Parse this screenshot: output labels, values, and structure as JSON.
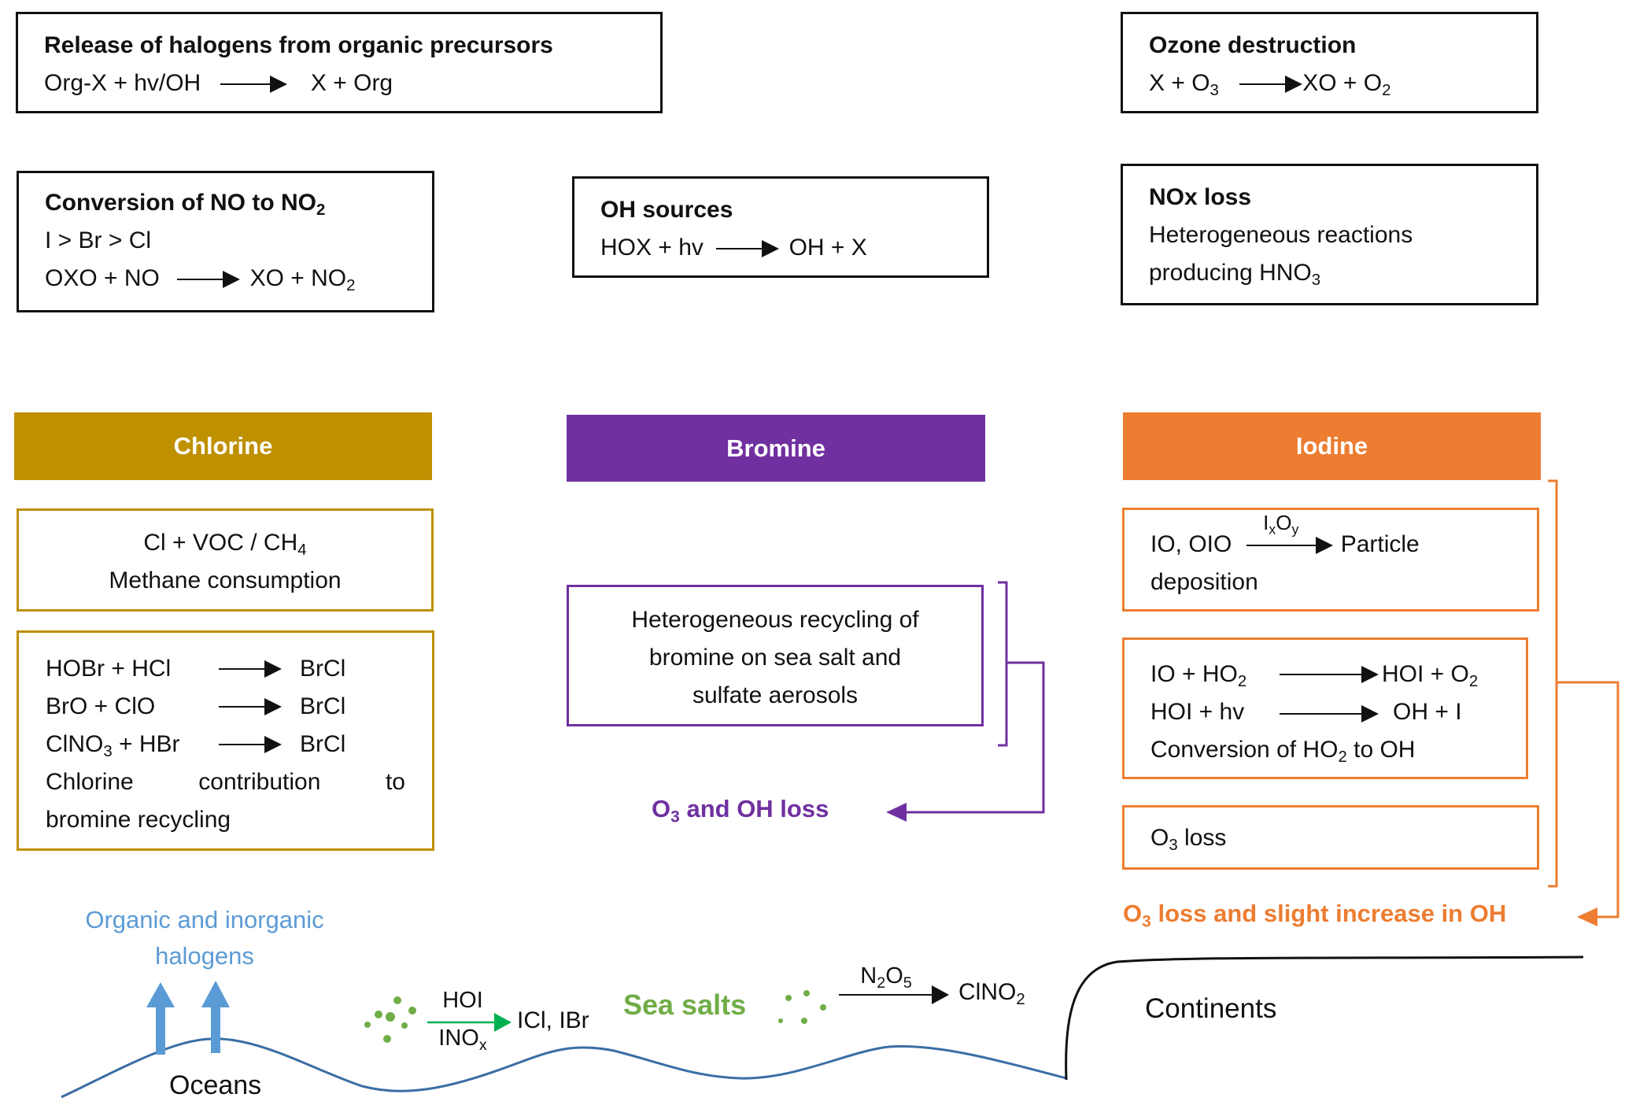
{
  "colors": {
    "chlorine": "#bf9000",
    "bromine": "#7030a0",
    "iodine": "#ed7d31",
    "ocean_line": "#3a6ea5",
    "halogen_arrows": "#5b9bd5",
    "sea_salt": "#70ad47",
    "green_arrow": "#00b050"
  },
  "top_boxes": {
    "release": {
      "title": "Release of halogens from organic precursors",
      "reactant": "Org-X + hv/OH",
      "product": "X + Org"
    },
    "conversion": {
      "title_pre": "Conversion of NO to NO",
      "title_sub": "2",
      "order": "I > Br > Cl",
      "reactant": "OXO + NO",
      "product_pre": "XO + NO",
      "product_sub": "2"
    },
    "oh_sources": {
      "title": "OH sources",
      "reactant": "HOX + hv",
      "product": "OH + X"
    },
    "ozone": {
      "title": "Ozone destruction",
      "reactant_pre": "X + O",
      "reactant_sub": "3",
      "product_pre": "XO + O",
      "product_sub": "2"
    },
    "nox": {
      "title": "NOx loss",
      "line1": "Heterogeneous reactions",
      "line2_pre": "producing HNO",
      "line2_sub": "3"
    }
  },
  "headers": {
    "chlorine": "Chlorine",
    "bromine": "Bromine",
    "iodine": "Iodine"
  },
  "chlorine": {
    "box1": {
      "line1_pre": "Cl + VOC / CH",
      "line1_sub": "4",
      "line2": "Methane consumption"
    },
    "box2": {
      "reactions": [
        {
          "reactant_pre": "HOBr + HCl",
          "reactant_sub": "",
          "reactant_post": "",
          "product": "BrCl"
        },
        {
          "reactant_pre": "BrO + ClO",
          "reactant_sub": "",
          "reactant_post": "",
          "product": "BrCl"
        },
        {
          "reactant_pre": "ClNO",
          "reactant_sub": "3",
          "reactant_post": " + HBr",
          "product": "BrCl"
        }
      ],
      "note_words": [
        "Chlorine",
        "contribution",
        "to"
      ],
      "note_line2": "bromine recycling"
    }
  },
  "bromine": {
    "box": {
      "line1": "Heterogeneous recycling of",
      "line2": "bromine on sea salt and",
      "line3": "sulfate aerosols"
    },
    "outcome_pre": "O",
    "outcome_sub": "3",
    "outcome_post": " and OH loss"
  },
  "iodine": {
    "box1": {
      "reactant": "IO, OIO",
      "arrow_label_I": "I",
      "arrow_label_x": "x",
      "arrow_label_O": "O",
      "arrow_label_y": "y",
      "product": "Particle",
      "line2": "deposition"
    },
    "box2": {
      "r1_reactant_pre": "IO + HO",
      "r1_reactant_sub": "2",
      "r1_product_pre": "HOI + O",
      "r1_product_sub": "2",
      "r2_reactant": "HOI + hv",
      "r2_product": "OH + I",
      "line3_pre": "Conversion of HO",
      "line3_sub": "2",
      "line3_post": " to OH"
    },
    "box3": {
      "text_pre": "O",
      "text_sub": "3",
      "text_post": " loss"
    },
    "outcome_pre": "O",
    "outcome_sub": "3",
    "outcome_post": " loss and slight increase in OH"
  },
  "surface": {
    "halogens_line1": "Organic and inorganic",
    "halogens_line2": "halogens",
    "oceans": "Oceans",
    "hoi_top": "HOI",
    "hoi_bottom_pre": "INO",
    "hoi_bottom_sub": "x",
    "hoi_product": "ICl, IBr",
    "sea_salts": "Sea salts",
    "n2o5_pre": "N",
    "n2o5_sub1": "2",
    "n2o5_mid": "O",
    "n2o5_sub2": "5",
    "clno2_pre": "ClNO",
    "clno2_sub": "2",
    "continents": "Continents"
  }
}
